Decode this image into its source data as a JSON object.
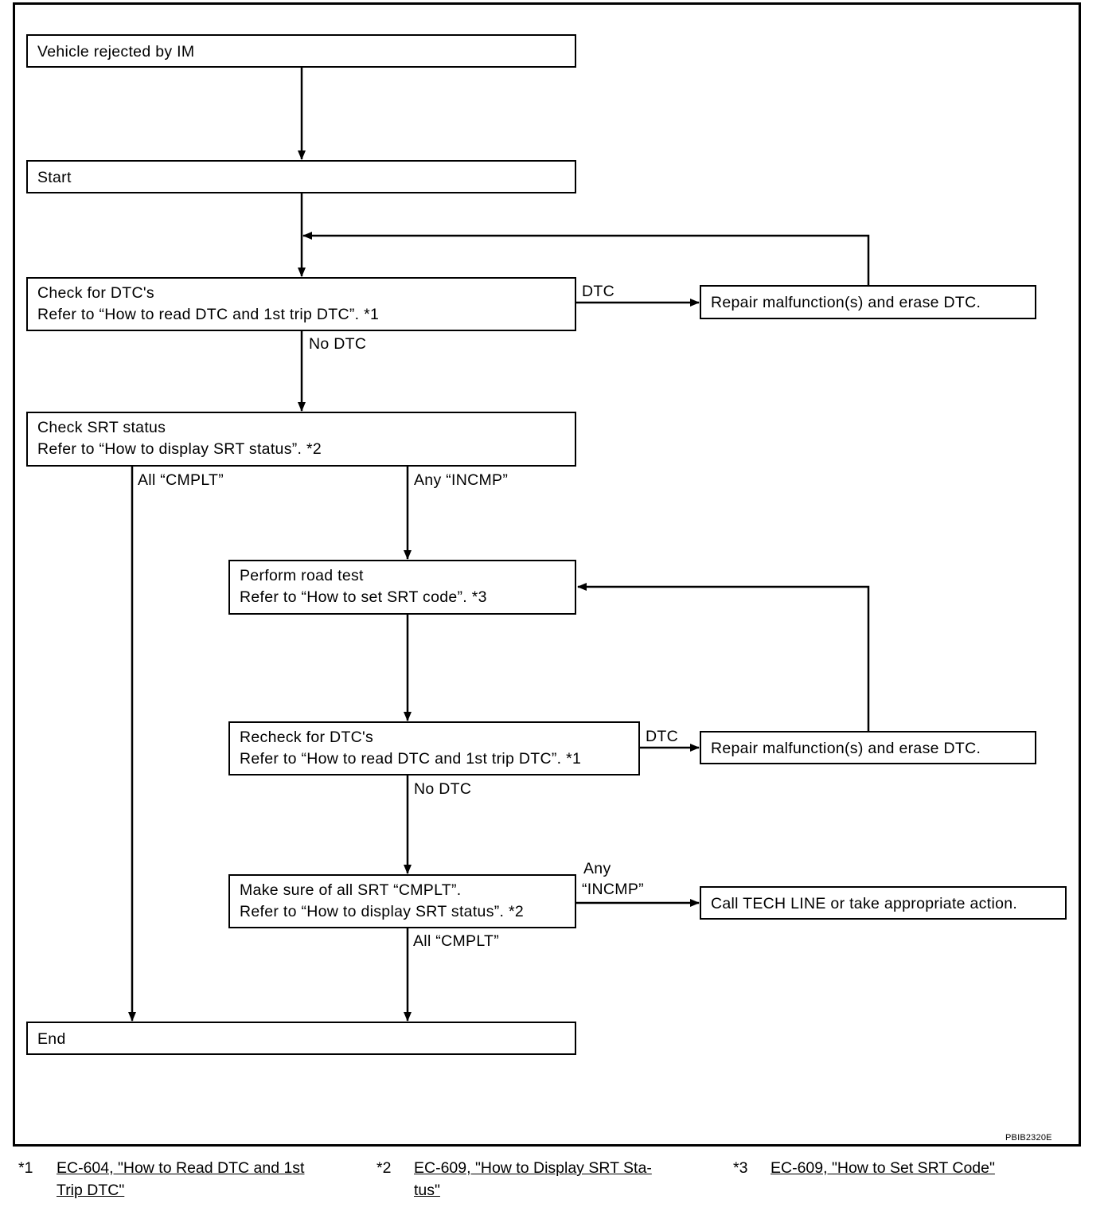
{
  "diagram": {
    "nodes": {
      "vehicle_rejected": "Vehicle rejected by IM",
      "start": "Start",
      "check_dtc": [
        "Check for DTC's",
        "Refer to “How to read DTC and 1st trip DTC”. *1"
      ],
      "repair1": "Repair malfunction(s) and erase DTC.",
      "check_srt": [
        "Check SRT status",
        "Refer to “How to display SRT status”. *2"
      ],
      "road_test": [
        "Perform road test",
        "Refer to “How to set SRT code”. *3"
      ],
      "recheck_dtc": [
        "Recheck for DTC's",
        "Refer to “How to read DTC and 1st trip DTC”. *1"
      ],
      "repair2": "Repair malfunction(s) and erase DTC.",
      "make_sure": [
        "Make sure of all SRT “CMPLT”.",
        "Refer to “How to display SRT status”. *2"
      ],
      "tech_line": "Call TECH LINE or take appropriate action.",
      "end": "End"
    },
    "edge_labels": {
      "dtc_1": "DTC",
      "no_dtc_1": "No DTC",
      "all_cmplt_1": "All “CMPLT”",
      "any_incmp_1": "Any “INCMP”",
      "dtc_2": "DTC",
      "no_dtc_2": "No DTC",
      "any_incmp_2_line1": "Any",
      "any_incmp_2_line2": "“INCMP”",
      "all_cmplt_2": "All “CMPLT”"
    },
    "image_code": "PBIB2320E"
  },
  "footnotes": [
    {
      "num": "*1",
      "lines": [
        "EC-604, \"How to Read DTC and 1st ",
        "Trip DTC\""
      ]
    },
    {
      "num": "*2",
      "lines": [
        "EC-609, \"How to Display SRT Sta-",
        "tus\""
      ]
    },
    {
      "num": "*3",
      "lines": [
        "EC-609, \"How to Set SRT Code\""
      ]
    }
  ]
}
